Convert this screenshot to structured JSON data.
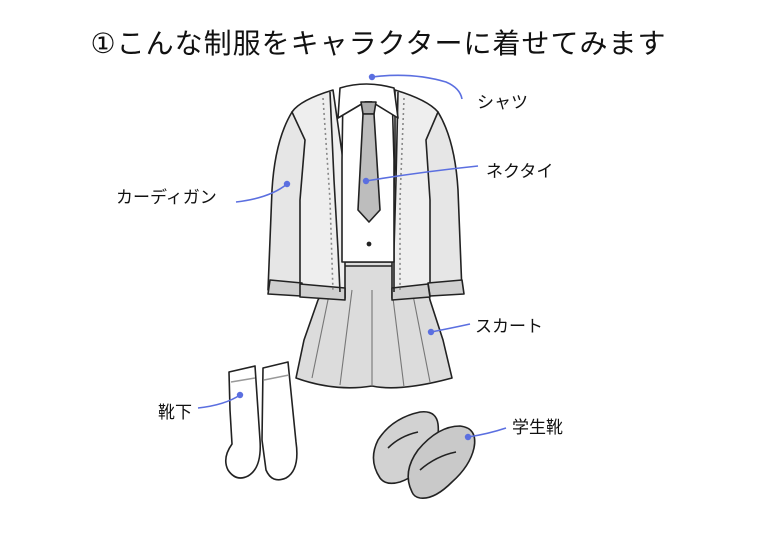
{
  "title": "①こんな制服をキャラクターに着せてみます",
  "labels": {
    "shirt": "シャツ",
    "necktie": "ネクタイ",
    "cardigan": "カーディガン",
    "skirt": "スカート",
    "socks": "靴下",
    "shoes": "学生靴"
  },
  "colors": {
    "pointer": "#5b6fe0",
    "line": "#222222",
    "garment_light": "#eeeeee",
    "garment_mid": "#dcdcdc",
    "garment_dark": "#bdbdbd"
  }
}
